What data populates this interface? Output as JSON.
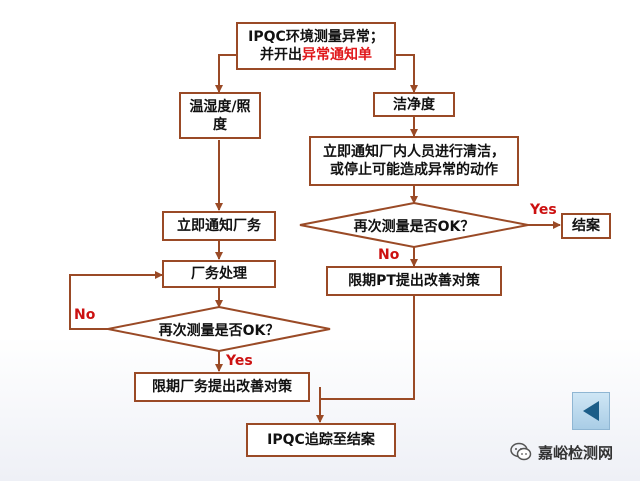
{
  "nodes": {
    "start_line1": "IPQC环境测量异常；",
    "start_line2_prefix": "并开出",
    "start_line2_highlight": "异常通知单",
    "temp_humidity_line1": "温湿度/照",
    "temp_humidity_line2": "度",
    "cleanliness": "洁净度",
    "notify_clean_line1": "立即通知厂内人员进行清洁，",
    "notify_clean_line2": "或停止可能造成异常的动作",
    "notify_factory": "立即通知厂务",
    "factory_handle": "厂务处理",
    "remeasure_left": "再次测量是否OK？",
    "remeasure_right": "再次测量是否OK？",
    "end": "结案",
    "deadline_pt": "限期PT提出改善对策",
    "deadline_factory": "限期厂务提出改善对策",
    "ipqc_track": "IPQC追踪至结案"
  },
  "labels": {
    "yes_right": "Yes",
    "no_right": "No",
    "no_left": "No",
    "yes_left": "Yes"
  },
  "watermark": {
    "icon": "wechat-icon",
    "text": "嘉峪检测网"
  },
  "colors": {
    "border": "#9a4a26",
    "label_red": "#cc1111",
    "highlight_red": "#e0181b"
  }
}
